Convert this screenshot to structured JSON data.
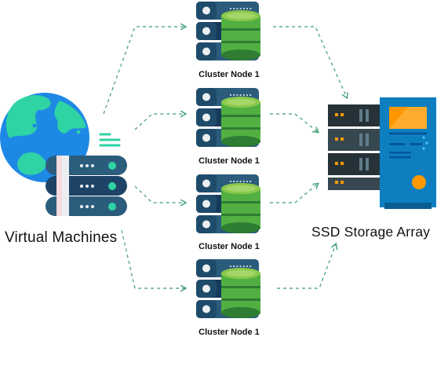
{
  "diagram": {
    "source_label": "Virtual Machines",
    "target_label": "SSD Storage Array",
    "nodes": [
      {
        "label": "Cluster Node 1"
      },
      {
        "label": "Cluster Node 1"
      },
      {
        "label": "Cluster Node 1"
      },
      {
        "label": "Cluster Node 1"
      }
    ]
  },
  "colors": {
    "globe_water": "#1e88e5",
    "globe_land": "#2fd3a4",
    "server_body": "#2b5c7c",
    "server_dark": "#163a5a",
    "db_green": "#52b043",
    "db_green_light": "#8cc84b",
    "db_green_dark": "#2e7d32",
    "array_blue": "#0d7fc1",
    "array_dark": "#263238",
    "screen_orange": "#ff9800",
    "arrow_green": "#3f9c73"
  },
  "icons": {
    "source": "globe-with-servers-icon",
    "node": "server-with-database-icon",
    "target": "storage-array-icon"
  }
}
